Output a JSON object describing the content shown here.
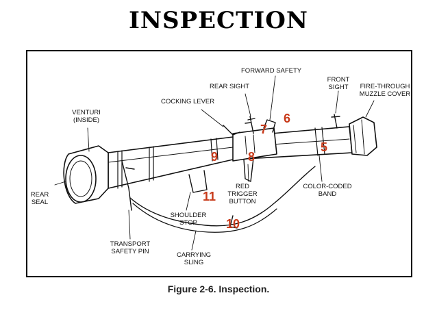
{
  "title": "INSPECTION",
  "caption": "Figure 2-6. Inspection.",
  "labels": {
    "forward_safety": "FORWARD SAFETY",
    "rear_sight": "REAR SIGHT",
    "front_sight": "FRONT SIGHT",
    "fire_through_muzzle_cover": "FIRE-THROUGH MUZZLE COVER",
    "cocking_lever": "COCKING LEVER",
    "venturi": "VENTURI (INSIDE)",
    "rear_seal": "REAR SEAL",
    "red_trigger_button": "RED TRIGGER BUTTON",
    "color_coded_band": "COLOR-CODED BAND",
    "shoulder_stop": "SHOULDER STOP",
    "transport_safety_pin": "TRANSPORT SAFETY PIN",
    "carrying_sling": "CARRYING SLING"
  },
  "markers": [
    "5",
    "6",
    "7",
    "8",
    "9",
    "10",
    "11"
  ],
  "colors": {
    "marker": "#c83a1a"
  }
}
